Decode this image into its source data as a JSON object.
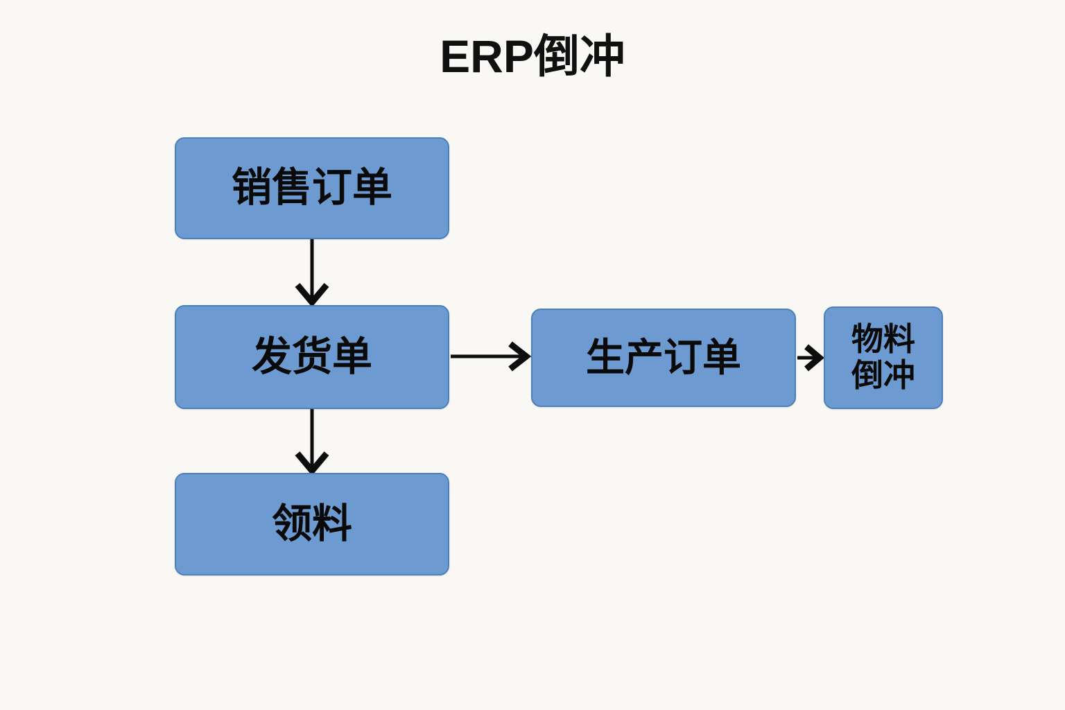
{
  "diagram": {
    "title": "ERP倒冲",
    "type": "flowchart",
    "background_color": "#faf8f5",
    "node_fill_color": "#6d9bd1",
    "node_border_color": "#4c80b8",
    "text_color": "#0a0a0a",
    "connector_color": "#0d0d0d",
    "nodes": [
      {
        "id": "sales-order",
        "label": "销售订单"
      },
      {
        "id": "delivery-note",
        "label": "发货单"
      },
      {
        "id": "requisition",
        "label": "领料"
      },
      {
        "id": "production-order",
        "label": "生产订单"
      },
      {
        "id": "backflush",
        "label": "物料\n倒冲"
      }
    ],
    "edges": [
      {
        "from": "sales-order",
        "to": "delivery-note",
        "direction": "down",
        "arrowhead": "open-v"
      },
      {
        "from": "delivery-note",
        "to": "requisition",
        "direction": "down",
        "arrowhead": "open-v"
      },
      {
        "from": "delivery-note",
        "to": "production-order",
        "direction": "right",
        "arrowhead": "open-v"
      },
      {
        "from": "production-order",
        "to": "backflush",
        "direction": "right",
        "arrowhead": "open-v"
      }
    ]
  }
}
